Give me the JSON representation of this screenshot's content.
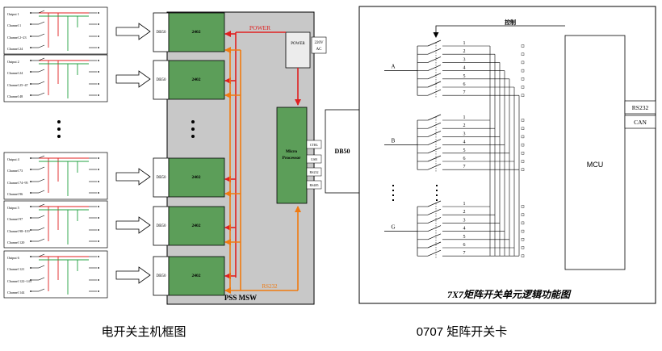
{
  "left": {
    "caption": "电开关主机框图",
    "chassis_label": "PSS MSW",
    "power_line_label": "POWER",
    "power_box_label": "POWER",
    "power_input_label": [
      "220V",
      "AC"
    ],
    "rs232_line_label": "RS232",
    "processor_label": [
      "Micro",
      "Processor"
    ],
    "processor_ports": [
      "CTRL",
      "USB",
      "RS232",
      "RS485"
    ],
    "db50_out_label": "DB50",
    "vertical_ellipsis": "•\n•\n•",
    "modules": [
      {
        "connector": "DB50",
        "board": "2402",
        "card_rows": [
          {
            "label": "Output 1"
          },
          {
            "label": "Channel 1"
          },
          {
            "label": "Channel 2~23"
          },
          {
            "label": "Channel 24"
          }
        ]
      },
      {
        "connector": "DB50",
        "board": "2402",
        "card_rows": [
          {
            "label": "Output 2"
          },
          {
            "label": "Channel 24"
          },
          {
            "label": "Channel 25~47"
          },
          {
            "label": "Channel 48"
          }
        ]
      },
      {
        "connector": "DB50",
        "board": "2402",
        "card_rows": [
          {
            "label": "Output 4"
          },
          {
            "label": "Channel 73"
          },
          {
            "label": "Channel 74~95"
          },
          {
            "label": "Channel 96"
          }
        ]
      },
      {
        "connector": "DB50",
        "board": "2402",
        "card_rows": [
          {
            "label": "Output 5"
          },
          {
            "label": "Channel 97"
          },
          {
            "label": "Channel 98~119"
          },
          {
            "label": "Channel 120"
          }
        ]
      },
      {
        "connector": "DB50",
        "board": "2402",
        "card_rows": [
          {
            "label": "Output 6"
          },
          {
            "label": "Channel 121"
          },
          {
            "label": "Channel 122~143"
          },
          {
            "label": "Channel 144"
          }
        ]
      }
    ]
  },
  "right": {
    "caption": "0707 矩阵开关卡",
    "title": "7X7矩阵开关单元逻辑功能图",
    "db50_label": "DB50",
    "control_label": "控制",
    "mcu_label": "MCU",
    "interfaces": [
      "RS232",
      "CAN"
    ],
    "input_groups": [
      {
        "label": "A",
        "outputs": [
          "1",
          "2",
          "3",
          "4",
          "5",
          "6",
          "7"
        ]
      },
      {
        "label": "B",
        "outputs": [
          "1",
          "2",
          "3",
          "4",
          "5",
          "6",
          "7"
        ]
      },
      {
        "label": "G",
        "outputs": [
          "1",
          "2",
          "3",
          "4",
          "5",
          "6",
          "7"
        ]
      }
    ]
  },
  "colors": {
    "chassis_fill": "#c8c8c8",
    "board_fill": "#5c9e59",
    "power_line": "#e02020",
    "signal_line": "#f07a10"
  }
}
